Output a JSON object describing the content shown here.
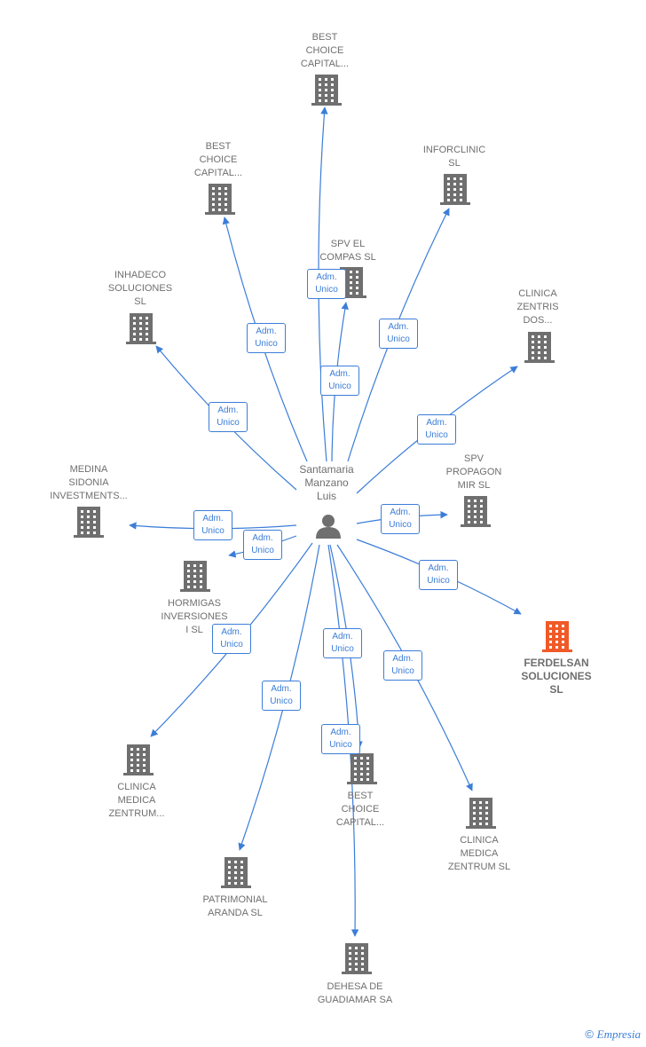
{
  "person": {
    "name": "Santamaria\nManzano\nLuis"
  },
  "relation_label": "Adm.\nUnico",
  "colors": {
    "edge": "#3b7dd8",
    "building": "#6f6f6f",
    "focus_building": "#f05a28",
    "person": "#6f6f6f"
  },
  "nodes": [
    {
      "id": "best-choice-capital-top",
      "label": "BEST\nCHOICE\nCAPITAL...",
      "focus": false
    },
    {
      "id": "best-choice-capital-left",
      "label": "BEST\nCHOICE\nCAPITAL...",
      "focus": false
    },
    {
      "id": "inforclinic",
      "label": "INFORCLINIC\nSL",
      "focus": false
    },
    {
      "id": "spv-el-compas",
      "label": "SPV EL\nCOMPAS  SL",
      "focus": false
    },
    {
      "id": "inhadeco",
      "label": "INHADECO\nSOLUCIONES\nSL",
      "focus": false
    },
    {
      "id": "clinica-zentris",
      "label": "CLINICA\nZENTRIS\nDOS...",
      "focus": false
    },
    {
      "id": "medina-sidonia",
      "label": "MEDINA\nSIDONIA\nINVESTMENTS...",
      "focus": false
    },
    {
      "id": "spv-propagon",
      "label": "SPV\nPROPAGON\nMIR  SL",
      "focus": false
    },
    {
      "id": "hormigas",
      "label": "HORMIGAS\nINVERSIONES\nI SL",
      "focus": false
    },
    {
      "id": "ferdelsan",
      "label": "FERDELSAN\nSOLUCIONES\nSL",
      "focus": true
    },
    {
      "id": "clinica-medica-zentrum-left",
      "label": "CLINICA\nMEDICA\nZENTRUM...",
      "focus": false
    },
    {
      "id": "best-choice-capital-bottom",
      "label": "BEST\nCHOICE\nCAPITAL...",
      "focus": false
    },
    {
      "id": "clinica-medica-zentrum-sl",
      "label": "CLINICA\nMEDICA\nZENTRUM  SL",
      "focus": false
    },
    {
      "id": "patrimonial-aranda",
      "label": "PATRIMONIAL\nARANDA  SL",
      "focus": false
    },
    {
      "id": "dehesa-de-guadiamar",
      "label": "DEHESA DE\nGUADIAMAR SA",
      "focus": false
    }
  ],
  "copyright": {
    "symbol": "©",
    "brand": "Empresia"
  }
}
